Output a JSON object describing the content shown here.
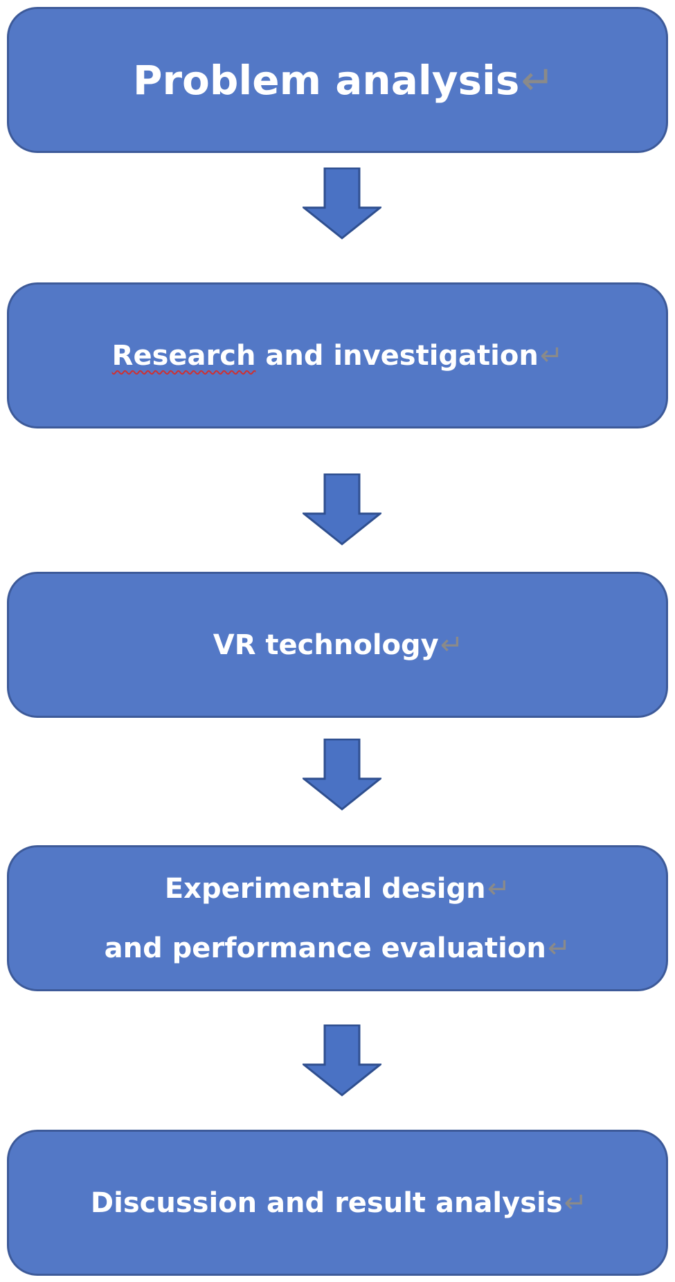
{
  "diagram": {
    "steps": [
      {
        "lines": [
          "Problem analysis"
        ]
      },
      {
        "lines": [
          "Research and investigation"
        ],
        "spellcheck_word": "Research",
        "after": " and investigation"
      },
      {
        "lines": [
          "VR technology"
        ]
      },
      {
        "lines": [
          "Experimental design",
          "and performance evaluation"
        ]
      },
      {
        "lines": [
          "Discussion and result analysis"
        ]
      }
    ],
    "paragraph_mark": "↵",
    "colors": {
      "box_fill": "#5378c6",
      "box_border": "#3d5a99",
      "arrow_fill": "#4a72c4",
      "arrow_border": "#2f4f8f",
      "text": "#ffffff",
      "paragraph_mark": "#8a8a8a",
      "spellcheck_underline": "#d03030"
    }
  }
}
